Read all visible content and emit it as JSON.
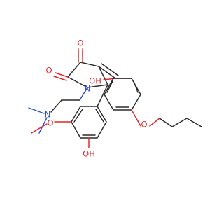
{
  "colors": {
    "background": "#ffffff",
    "carbon_bond": "#2b2b2b",
    "oxygen": "#e32626",
    "nitrogen": "#2f49d8"
  },
  "atoms": {
    "o_ketone": "O",
    "o_lactam": "O",
    "oh_enol": "OH",
    "n_ring": "N",
    "n_dimethylamino": "N",
    "o_butoxy": "O",
    "o_methoxy": "O",
    "oh_phenol": "OH"
  }
}
